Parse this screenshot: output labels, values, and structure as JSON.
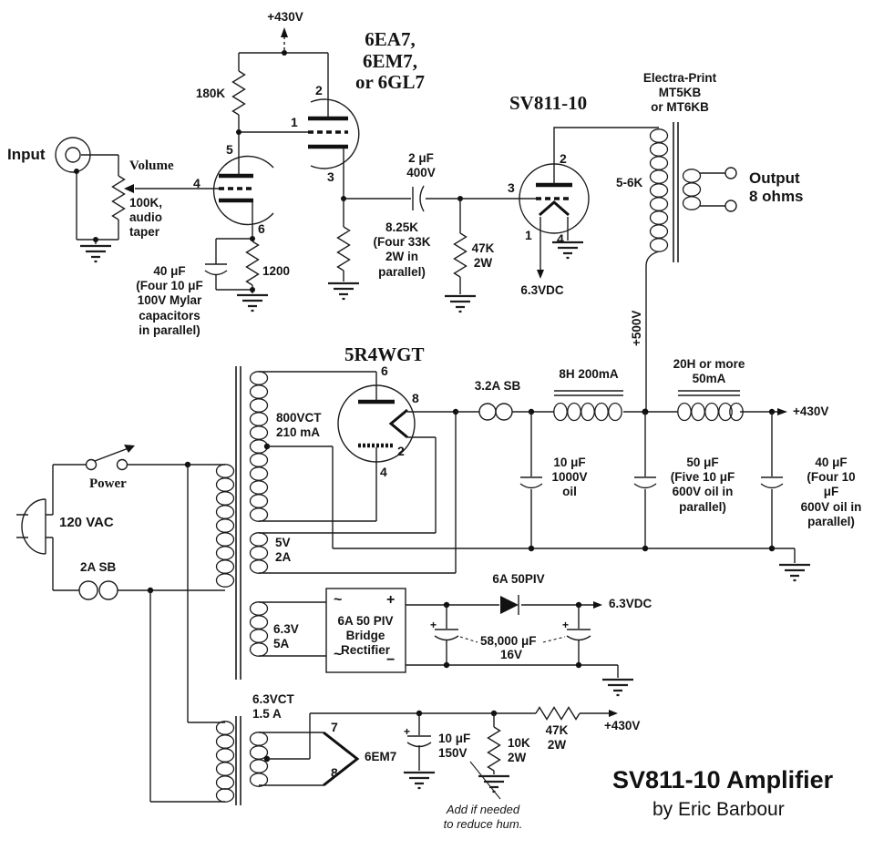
{
  "title_block": {
    "title": "SV811-10 Amplifier",
    "byline": "by Eric Barbour"
  },
  "labels": {
    "supply_top": "+430V",
    "tube_driver": "6EA7,\n6EM7,\nor 6GL7",
    "r_plate": "180K",
    "input": "Input",
    "volume": "Volume",
    "pot": "100K,\naudio\ntaper",
    "r_cathode1": "1200",
    "c_cathode1": "40 μF\n(Four 10 μF\n100V Mylar\ncapacitors\nin parallel)",
    "c_coupling": "2 μF\n400V",
    "r_load": "8.25K\n(Four 33K\n2W in\nparallel)",
    "r_grid": "47K\n2W",
    "tube_output": "SV811-10",
    "opt": "Electra-Print\nMT5KB\nor MT6KB",
    "opt_z": "5-6K",
    "output": "Output\n8 ohms",
    "heater_dc": "6.3VDC",
    "b_plus_500": "+500V",
    "tube_rect": "5R4WGT",
    "hv_winding": "800VCT\n210 mA",
    "fuse_b": "3.2A SB",
    "choke1": "8H 200mA",
    "choke2": "20H or more\n50mA",
    "b_plus_430": "+430V",
    "c_filter1": "10 μF\n1000V\noil",
    "c_filter2": "50 μF\n(Five 10 μF\n600V oil in\nparallel)",
    "c_filter3": "40 μF\n(Four 10 μF\n600V oil in\nparallel)",
    "power": "Power",
    "mains": "120 VAC",
    "fuse_mains": "2A SB",
    "w5v": "5V\n2A",
    "w63v": "6.3V\n5A",
    "bridge": "6A 50 PIV\nBridge\nRectifier",
    "bridge_ac": "~",
    "bridge_plus": "+",
    "bridge_minus": "−",
    "diode": "6A 50PIV",
    "heater_dc_out": "6.3VDC",
    "c_heater": "58,000 μF",
    "c_heater_v": "16V",
    "w63vct": "6.3VCT\n1.5 A",
    "heater_tube": "6EM7",
    "c_hum": "10 μF\n150V",
    "r_hum": "10K\n2W",
    "r_bias": "47K\n2W",
    "bias_430": "+430V",
    "note": "Add if needed\nto reduce hum.",
    "cap_plus": "+"
  },
  "pins": {
    "t1_plate": "5",
    "t1_grid": "4",
    "t1_cathode": "6",
    "t2_plate": "2",
    "t2_grid": "1",
    "t2_cathode": "3",
    "out_plate": "2",
    "out_grid": "3",
    "out_fil1": "1",
    "out_fil4": "4",
    "rect_p1": "6",
    "rect_fil8": "8",
    "rect_fil2": "2",
    "rect_p2": "4",
    "heater_7": "7",
    "heater_8": "8"
  }
}
